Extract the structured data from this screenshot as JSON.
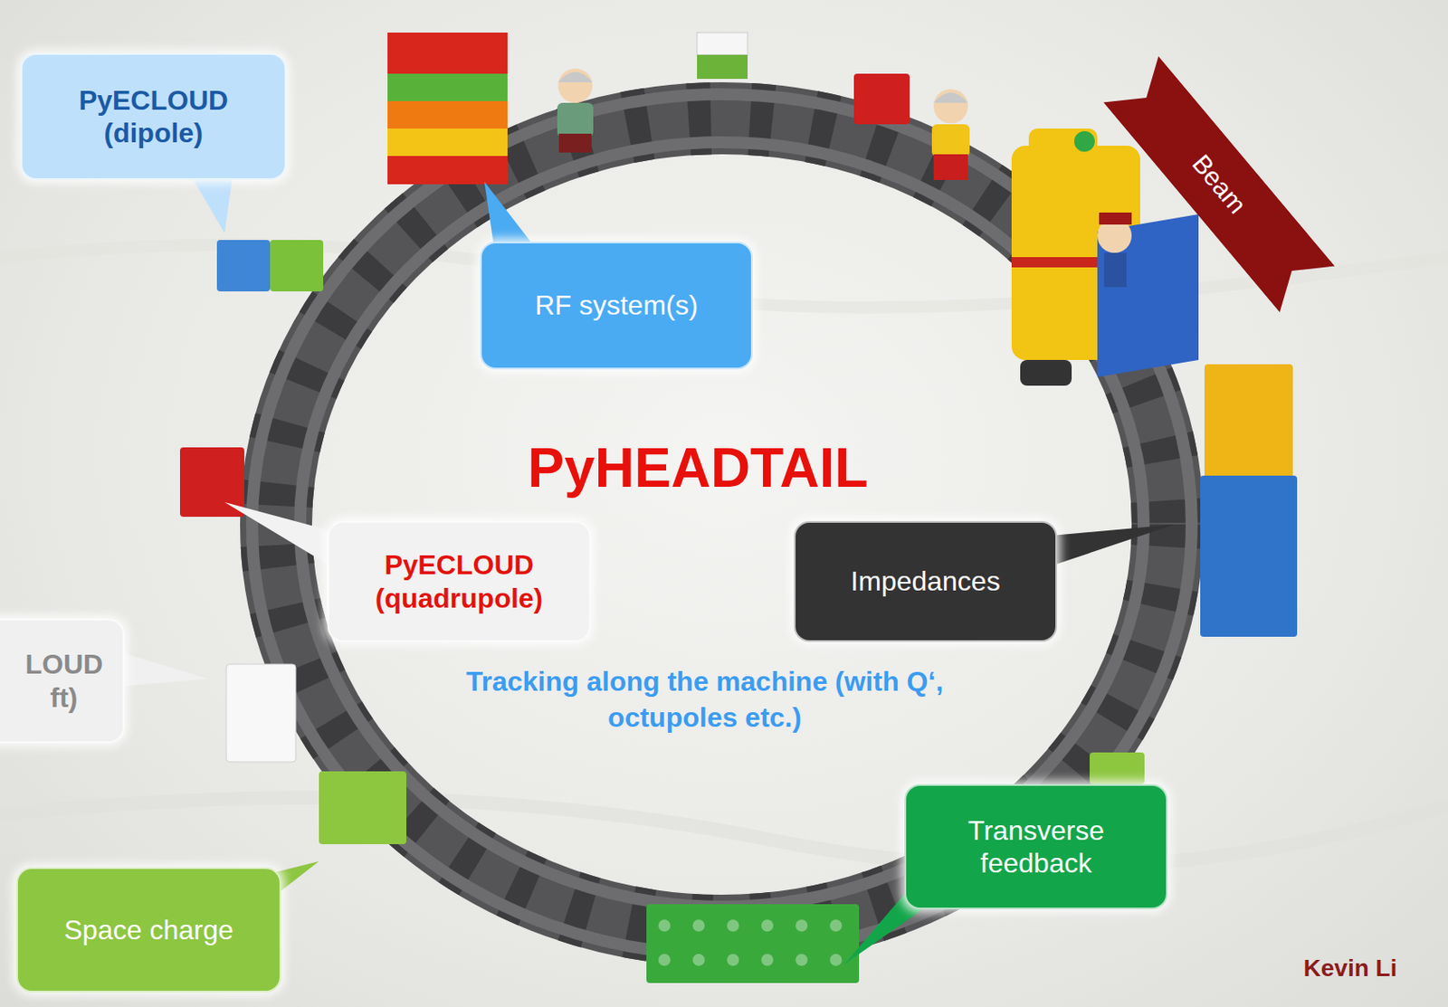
{
  "diagram": {
    "title": "PyHEADTAIL",
    "nodes": [
      {
        "text": [
          "PyECLOUD (dipole)"
        ]
      },
      {
        "text": [
          "RF system(s)"
        ]
      },
      {
        "text": [
          "Beam"
        ]
      },
      {
        "text": [
          "PyECLOUD (quadrupole)"
        ]
      },
      {
        "text": [
          "Impedances"
        ]
      },
      {
        "text": [
          "LOUD ft)"
        ]
      },
      {
        "text": [
          "Transverse feedback"
        ]
      },
      {
        "text": [
          "Space charge"
        ]
      }
    ],
    "labels": [
      "Tracking along the machine (with Q‘, octupoles etc.)",
      "Kevin Li"
    ]
  }
}
